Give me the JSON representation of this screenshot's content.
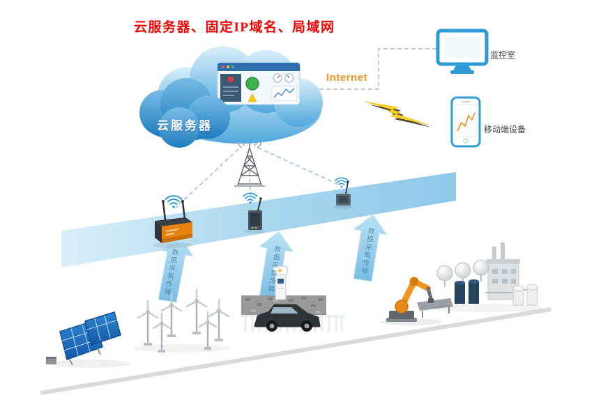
{
  "title": {
    "text": "云服务器、固定IP域名、局域网"
  },
  "cloud": {
    "label": "云服务器"
  },
  "network": {
    "internet_label": "Internet"
  },
  "nodes": {
    "monitor_label": "监控室",
    "mobile_label": "移动端设备"
  },
  "arrows": [
    {
      "label": "数据采集传输"
    },
    {
      "label": "数据采集传输"
    },
    {
      "label": "数据采集传输"
    }
  ],
  "icons": {
    "monitor": "monitor-icon",
    "mobile": "mobile-phone-icon",
    "lightning": "lightning-icon",
    "tower": "radio-tower-icon",
    "wifi": "wifi-icon"
  },
  "colors": {
    "title_red": "#f40000",
    "internet_orange": "#f5941d",
    "cloud_blue_dark": "#1f7ec0",
    "cloud_blue_light": "#d8effa",
    "device_outline_blue": "#2e9bd6",
    "band_blue": "#9ed2ec",
    "arrow_blue": "#8fc9ea",
    "router_orange": "#e8820c",
    "robot_orange": "#f09422"
  }
}
